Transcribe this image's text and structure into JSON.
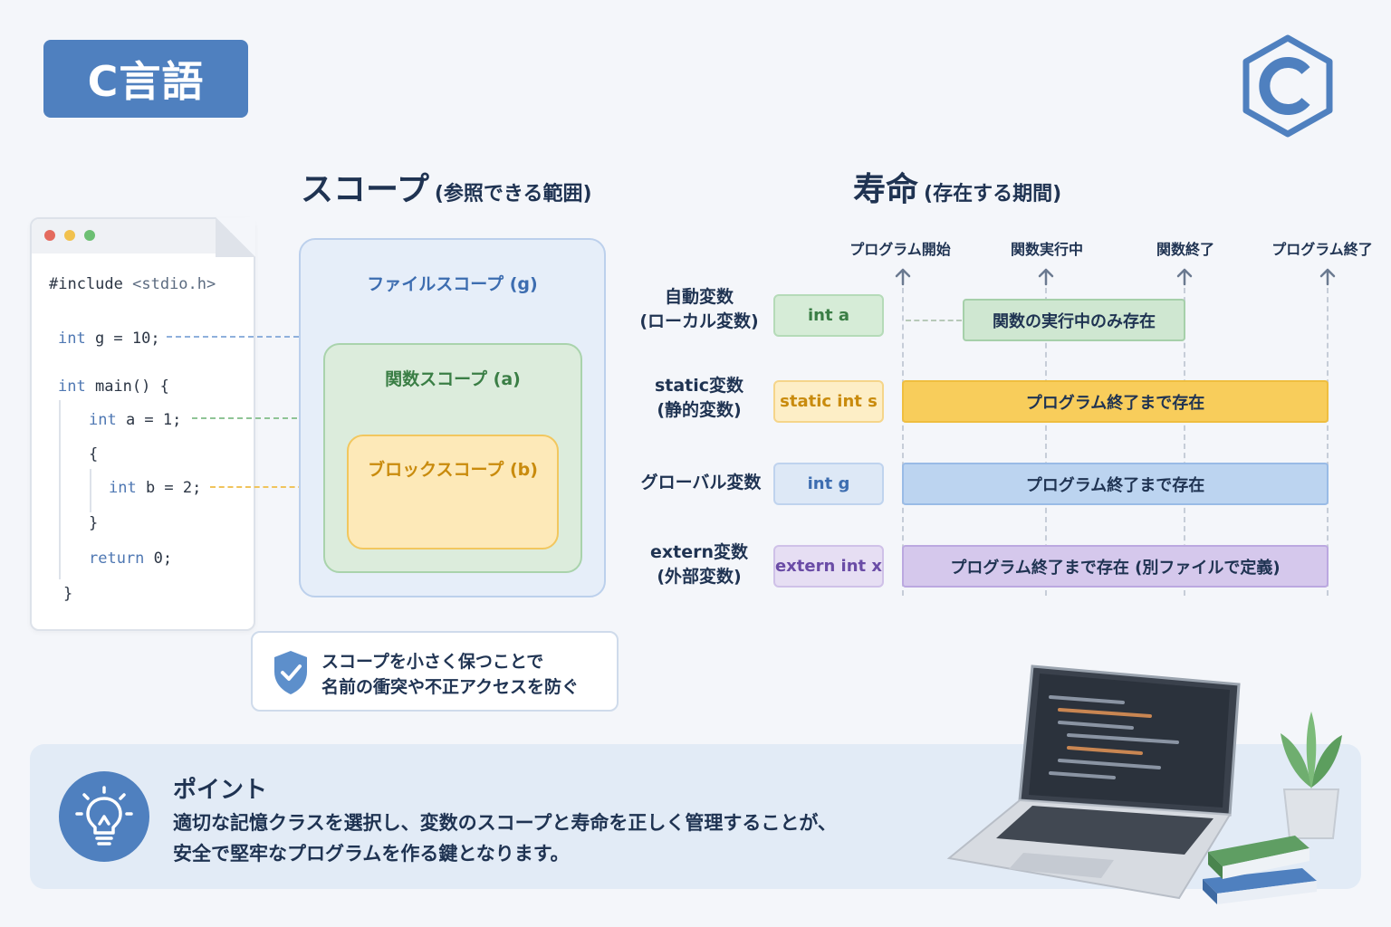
{
  "title": "C言語",
  "logo_icon": "c-language-hexagon-logo",
  "scope": {
    "heading": "スコープ",
    "heading_note": "(参照できる範囲)",
    "file_scope_label": "ファイルスコープ (g)",
    "function_scope_label": "関数スコープ (a)",
    "block_scope_label": "ブロックスコープ (b)",
    "note_line1": "スコープを小さく保つことで",
    "note_line2": "名前の衝突や不正アクセスを防ぐ",
    "note_icon": "shield-check-icon"
  },
  "code": {
    "include_directive": "#include ",
    "include_header": "<stdio.h>",
    "line_g_kw": "int",
    "line_g_rest": " g = 10;",
    "line_main_kw": "int",
    "line_main_rest": " main() {",
    "line_a_kw": "int",
    "line_a_rest": " a = 1;",
    "open_brace": "{",
    "line_b_kw": "int",
    "line_b_rest": " b = 2;",
    "close_inner": "}",
    "line_return_kw": "return",
    "line_return_rest": " 0;",
    "close_main": "}"
  },
  "lifetime": {
    "heading": "寿命",
    "heading_note": "(存在する期間)",
    "milestones": [
      "プログラム開始",
      "関数実行中",
      "関数終了",
      "プログラム終了"
    ],
    "rows": [
      {
        "label_line1": "自動変数",
        "label_line2": "(ローカル変数)",
        "chip": "int a",
        "bar": "関数の実行中のみ存在"
      },
      {
        "label_line1": "static変数",
        "label_line2": "(静的変数)",
        "chip": "static int s",
        "bar": "プログラム終了まで存在"
      },
      {
        "label_line1": "グローバル変数",
        "label_line2": "",
        "chip": "int g",
        "bar": "プログラム終了まで存在"
      },
      {
        "label_line1": "extern変数",
        "label_line2": "(外部変数)",
        "chip": "extern int x",
        "bar": "プログラム終了まで存在 (別ファイルで定義)"
      }
    ]
  },
  "point": {
    "title": "ポイント",
    "line1": "適切な記憶クラスを選択し、変数のスコープと寿命を正しく管理することが、",
    "line2": "安全で堅牢なプログラムを作る鍵となります。",
    "icon": "lightbulb-icon"
  },
  "colors": {
    "accent": "#4f80bf",
    "blue_fill": "#c9dcf3",
    "green_fill": "#d3ead6",
    "yellow_fill": "#fbe3a8",
    "gold_bar": "#f7c948",
    "purple_fill": "#d7cdec"
  }
}
